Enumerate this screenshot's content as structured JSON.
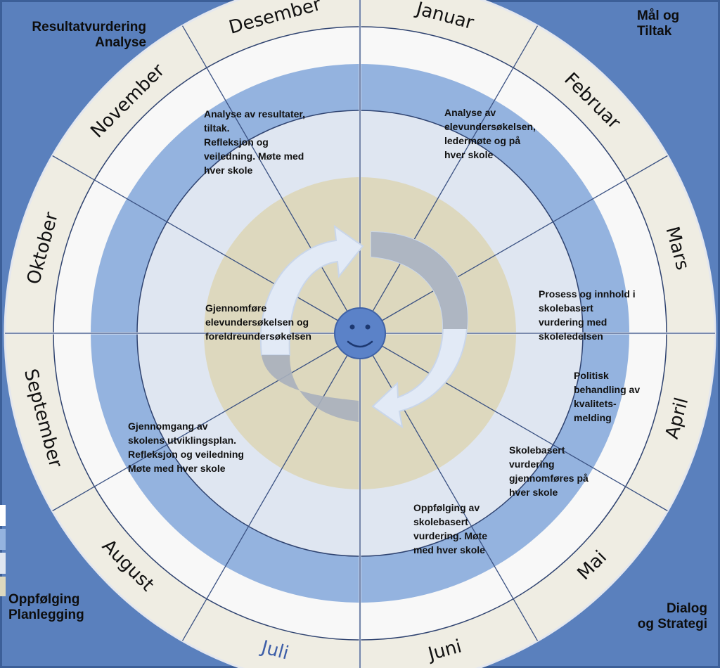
{
  "colors": {
    "frame": "#5a80bd",
    "frame_border": "#3c5f98",
    "ring_cream": "#efede3",
    "ring_white": "#f8f8f8",
    "band_blue": "#94b3df",
    "inner_pale": "#dfe6f1",
    "core_tan": "#ddd8be",
    "line": "#3a5182",
    "smiley": "#5b82c8",
    "arrow_light": "#e2eaf6",
    "arrow_grey": "#a8b0bd",
    "month_text": "#111111",
    "month_text_july": "#3d5ea8"
  },
  "corners": {
    "top_left": "Resultatvurdering\nAnalyse",
    "top_right": "Mål og\nTiltak",
    "bottom_left": "Oppfølging\nPlanlegging",
    "bottom_right": "Dialog\nog Strategi"
  },
  "months": [
    "Januar",
    "Februar",
    "Mars",
    "April",
    "Mai",
    "Juni",
    "Juli",
    "August",
    "September",
    "Oktober",
    "November",
    "Desember"
  ],
  "notes": {
    "december": "Analyse av resultater,\ntiltak.\nRefleksjon og\nveiledning. Møte med\nhver skole",
    "january": "Analyse av\nelevundersøkelsen,\nledermøte og på\nhver skole",
    "march": "Prosess og innhold i\nskolebasert\nvurdering med\nskoleledelsen",
    "april_politics": "Politisk\nbehandling av\nkvalitets-\nmelding",
    "april_school": "Skolebasert\nvurdering\ngjennomføres på\nhver skole",
    "june": "Oppfølging av\nskolebasert\nvurdering. Møte\nmed hver skole",
    "center": "Gjennomføre\nelevundersøkelsen og\nforeldreundersøkelsen",
    "august": "Gjennomgang av\nskolens utviklingsplan.\nRefleksjon og veiledning\nMøte med hver skole"
  },
  "icons": {
    "center": "smiley-face-icon",
    "cycle_top": "curved-arrow-clockwise-icon",
    "cycle_right": "curved-arrow-return-icon"
  }
}
